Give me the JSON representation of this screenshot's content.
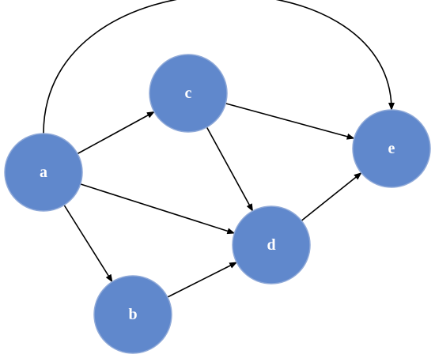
{
  "colors": {
    "node_fill": "#6088cc",
    "node_border": "#8fa9d8",
    "edge": "#000000",
    "label": "#ffffff",
    "background": "#ffffff"
  },
  "nodes": [
    {
      "id": "a",
      "label": "a"
    },
    {
      "id": "b",
      "label": "b"
    },
    {
      "id": "c",
      "label": "c"
    },
    {
      "id": "d",
      "label": "d"
    },
    {
      "id": "e",
      "label": "e"
    }
  ],
  "edges": [
    {
      "from": "a",
      "to": "c"
    },
    {
      "from": "a",
      "to": "d"
    },
    {
      "from": "a",
      "to": "b"
    },
    {
      "from": "a",
      "to": "e",
      "curved": true
    },
    {
      "from": "c",
      "to": "e"
    },
    {
      "from": "c",
      "to": "d"
    },
    {
      "from": "b",
      "to": "d"
    },
    {
      "from": "d",
      "to": "e"
    }
  ]
}
